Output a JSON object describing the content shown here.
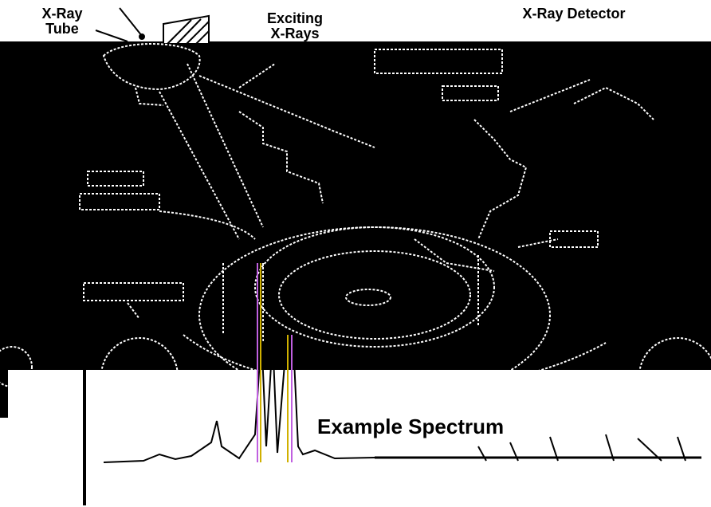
{
  "labels": {
    "xray_tube_line1": "X-Ray",
    "xray_tube_line2": "Tube",
    "exciting_xrays_line1": "Exciting",
    "exciting_xrays_line2": "X-Rays",
    "xray_detector": "X-Ray Detector",
    "example_spectrum": "Example Spectrum"
  },
  "colors": {
    "background_dark": "#000000",
    "background_light": "#ffffff",
    "outline_noise": [
      "#ffffff",
      "#d9c9f0",
      "#ffd24a",
      "#9ad3ff",
      "#ff8ad6"
    ]
  }
}
